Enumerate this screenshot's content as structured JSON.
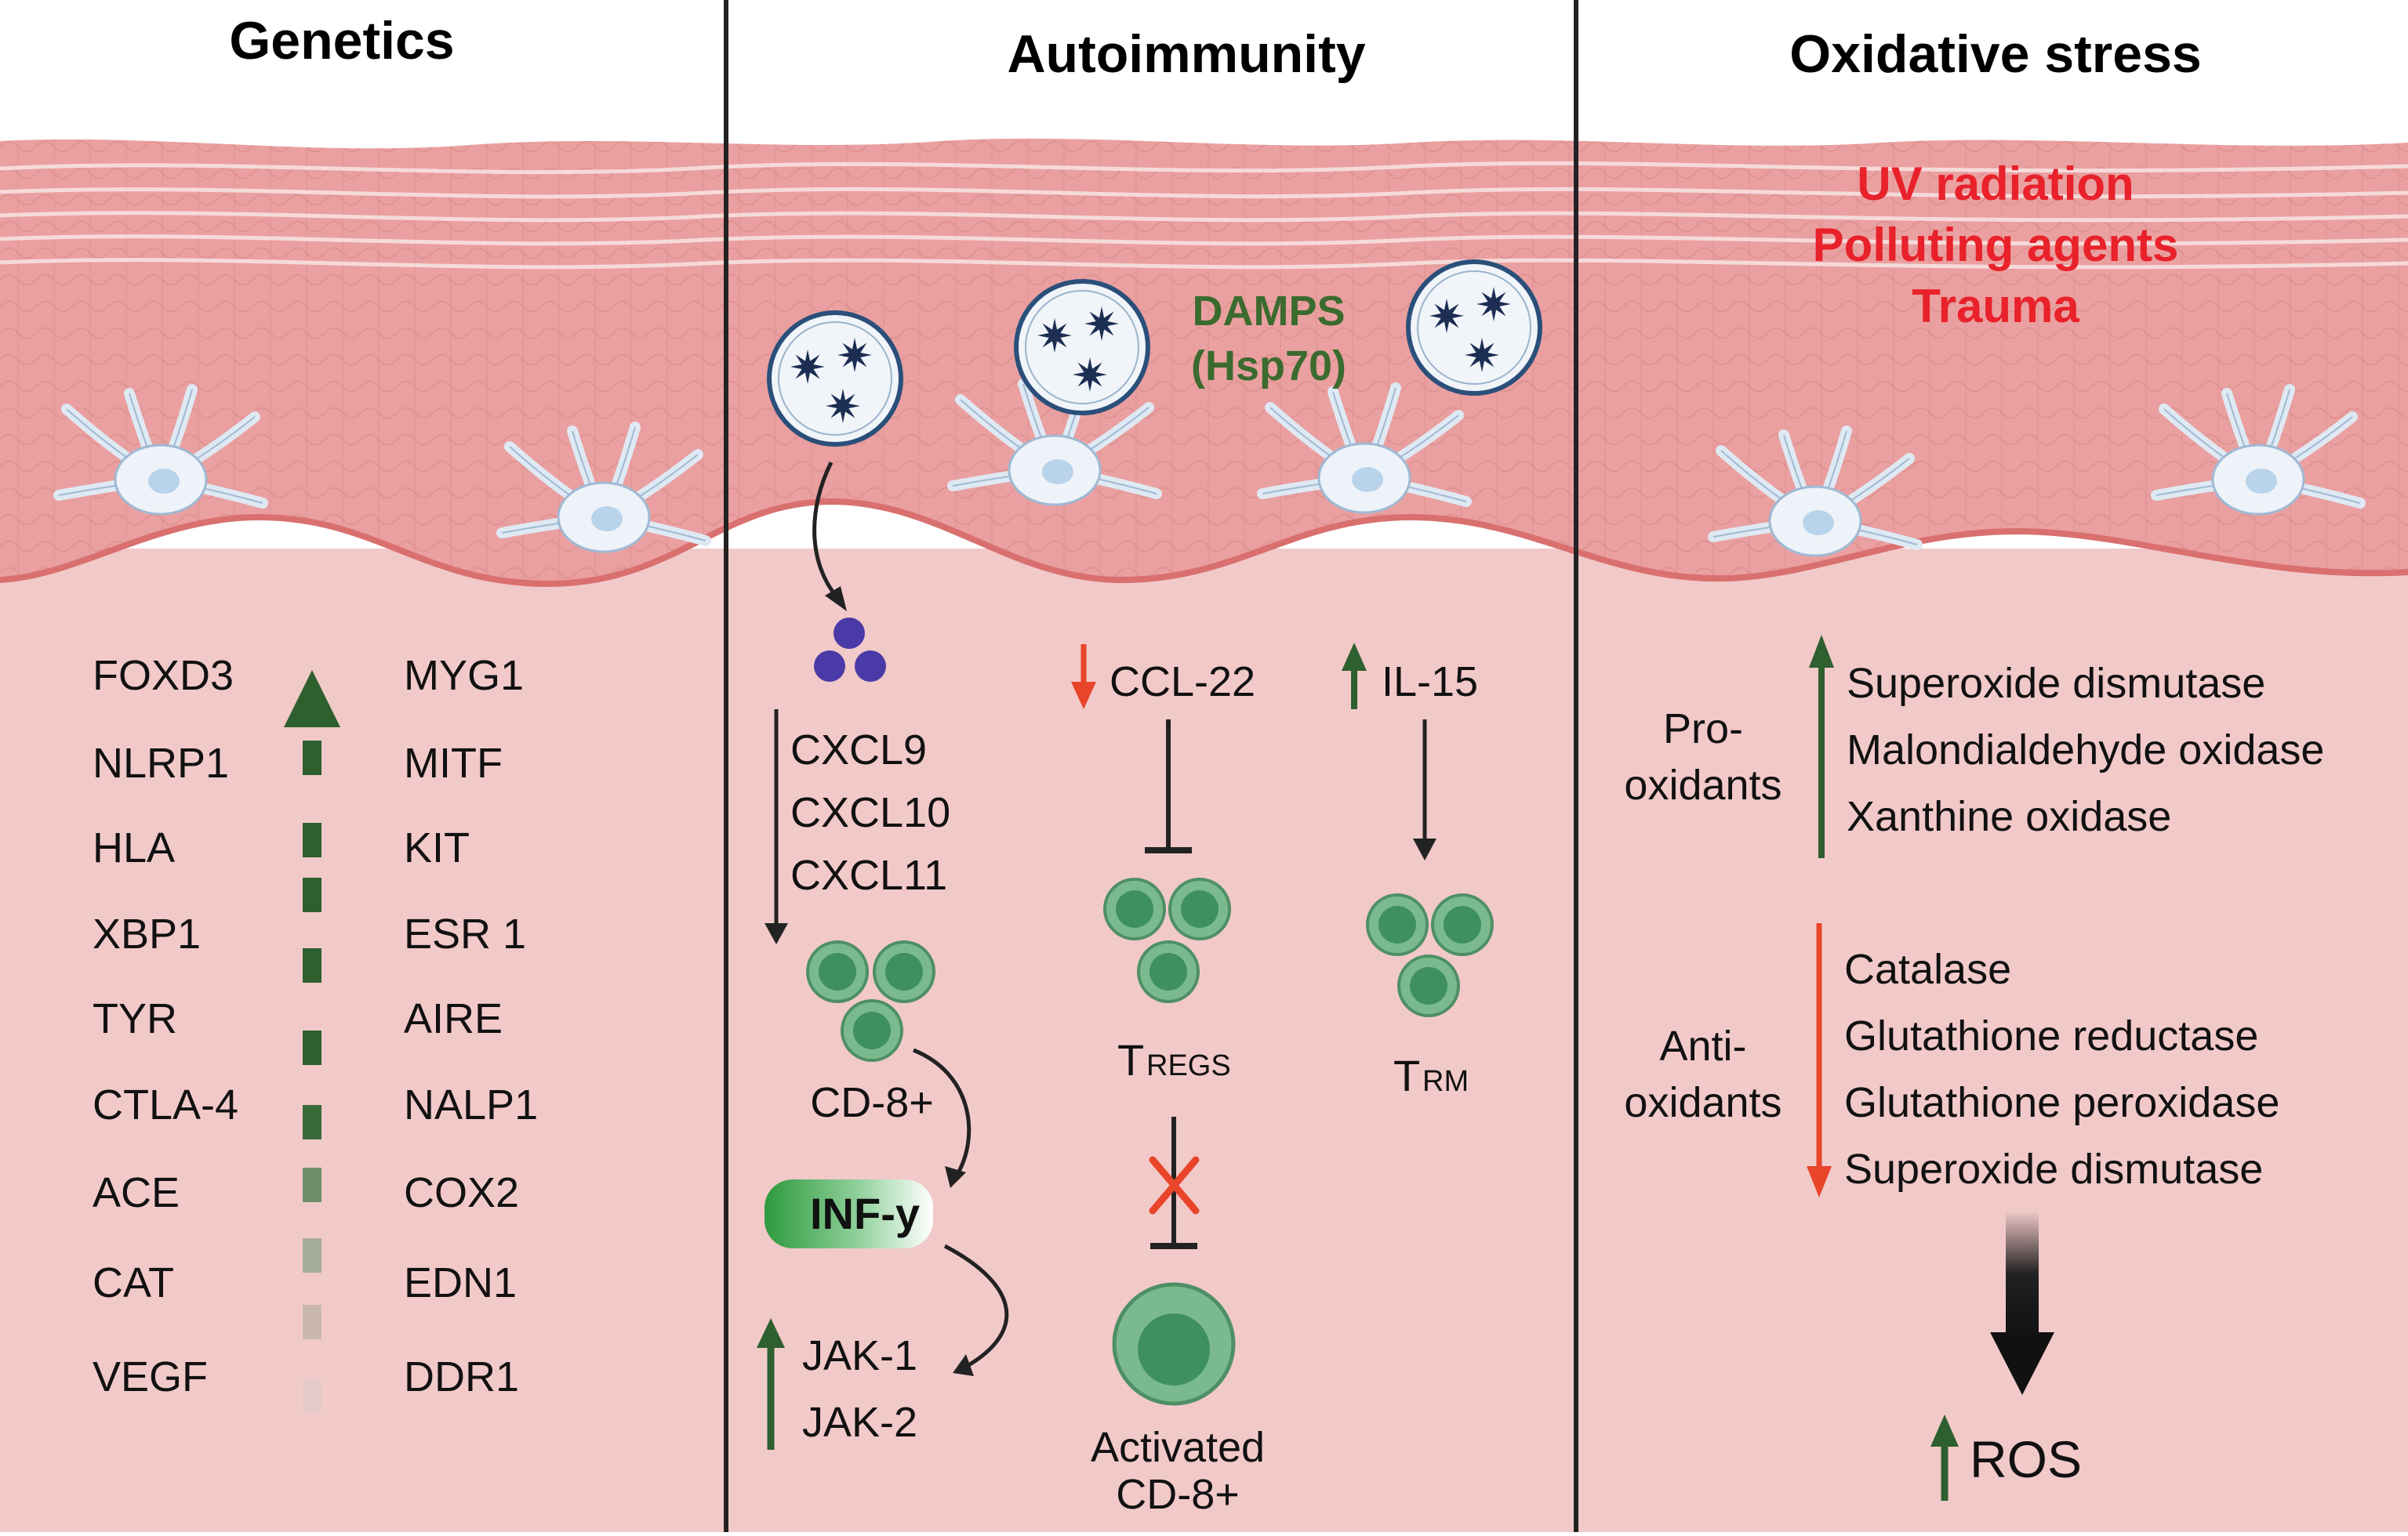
{
  "colors": {
    "dermis": "#f2c9c9",
    "epidermis": "#eaa0a0",
    "epidermis_line": "#d98585",
    "divider": "#222222",
    "up_green": "#2e5f2e",
    "down_red": "#e8452a",
    "text_red": "#e8212a",
    "damps_green": "#3b6b2e",
    "tcell": "#7aba8e",
    "tcell_core": "#3f9060",
    "chemokine": "#4a3aa8",
    "vesicle": "#2a4f7a"
  },
  "icons": {
    "melanocyte": "melanocyte-icon",
    "vesicle": "damps-vesicle-icon",
    "chemokine": "chemokine-cluster-icon",
    "tcell": "t-cell-icon"
  },
  "panels": {
    "genetics": {
      "title": "Genetics",
      "genes_left": [
        "FOXD3",
        "NLRP1",
        "HLA",
        "XBP1",
        "TYR",
        "CTLA-4",
        "ACE",
        "CAT",
        "VEGF"
      ],
      "genes_right": [
        "MYG1",
        "MITF",
        "KIT",
        "ESR 1",
        "AIRE",
        "NALP1",
        "COX2",
        "EDN1",
        "DDR1"
      ]
    },
    "autoimmunity": {
      "title": "Autoimmunity",
      "damps_line1": "DAMPS",
      "damps_line2": "(Hsp70)",
      "chemokines": [
        "CXCL9",
        "CXCL10",
        "CXCL11"
      ],
      "cd8": "CD-8+",
      "inf": "INF-y",
      "jak": [
        "JAK-1",
        "JAK-2"
      ],
      "ccl22": "CCL-22",
      "il15": "IL-15",
      "treg_main": "T",
      "treg_sub": "REGS",
      "trm_main": "T",
      "trm_sub": "RM",
      "activated_line1": "Activated",
      "activated_line2": "CD-8+"
    },
    "oxidative": {
      "title": "Oxidative stress",
      "stressors": [
        "UV radiation",
        "Polluting agents",
        "Trauma"
      ],
      "pro_line1": "Pro-",
      "pro_line2": "oxidants",
      "pro_items": [
        "Superoxide dismutase",
        "Malondialdehyde oxidase",
        "Xanthine oxidase"
      ],
      "anti_line1": "Anti-",
      "anti_line2": "oxidants",
      "anti_items": [
        "Catalase",
        "Glutathione reductase",
        "Glutathione peroxidase",
        "Superoxide dismutase"
      ],
      "ros": "ROS"
    }
  }
}
